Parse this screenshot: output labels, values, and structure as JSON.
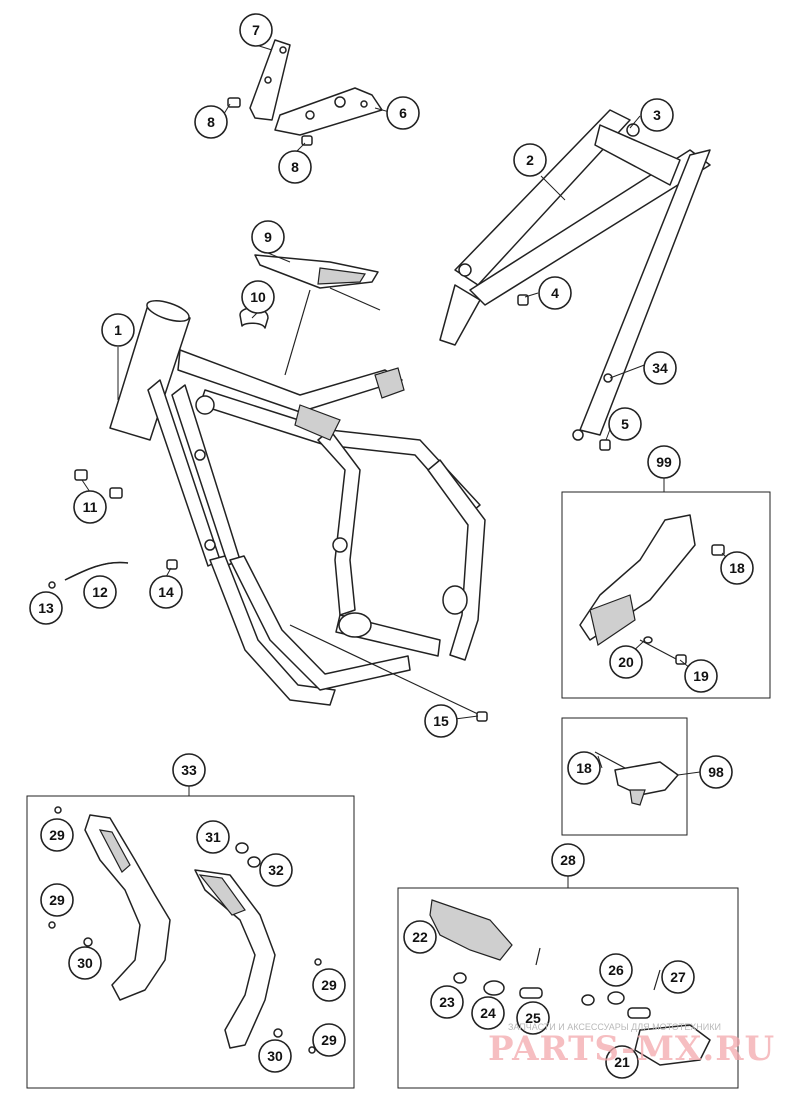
{
  "callouts": {
    "c1": "1",
    "c2": "2",
    "c3": "3",
    "c4": "4",
    "c5": "5",
    "c6": "6",
    "c7": "7",
    "c8a": "8",
    "c8b": "8",
    "c9": "9",
    "c10": "10",
    "c11": "11",
    "c12": "12",
    "c13": "13",
    "c14": "14",
    "c15": "15",
    "c18a": "18",
    "c18b": "18",
    "c19": "19",
    "c20": "20",
    "c21": "21",
    "c22": "22",
    "c23": "23",
    "c24": "24",
    "c25": "25",
    "c26": "26",
    "c27": "27",
    "c28": "28",
    "c29a": "29",
    "c29b": "29",
    "c29c": "29",
    "c29d": "29",
    "c30a": "30",
    "c30b": "30",
    "c31": "31",
    "c32": "32",
    "c33": "33",
    "c34": "34",
    "c98": "98",
    "c99": "99"
  },
  "watermark": {
    "caption": "ЗАПЧАСТИ И АКСЕССУАРЫ ДЛЯ МОТОТЕХНИКИ",
    "logo": "PARTS-MX.RU"
  },
  "colors": {
    "line": "#222222",
    "background": "#ffffff",
    "watermark_logo": "#f3a9ad"
  }
}
